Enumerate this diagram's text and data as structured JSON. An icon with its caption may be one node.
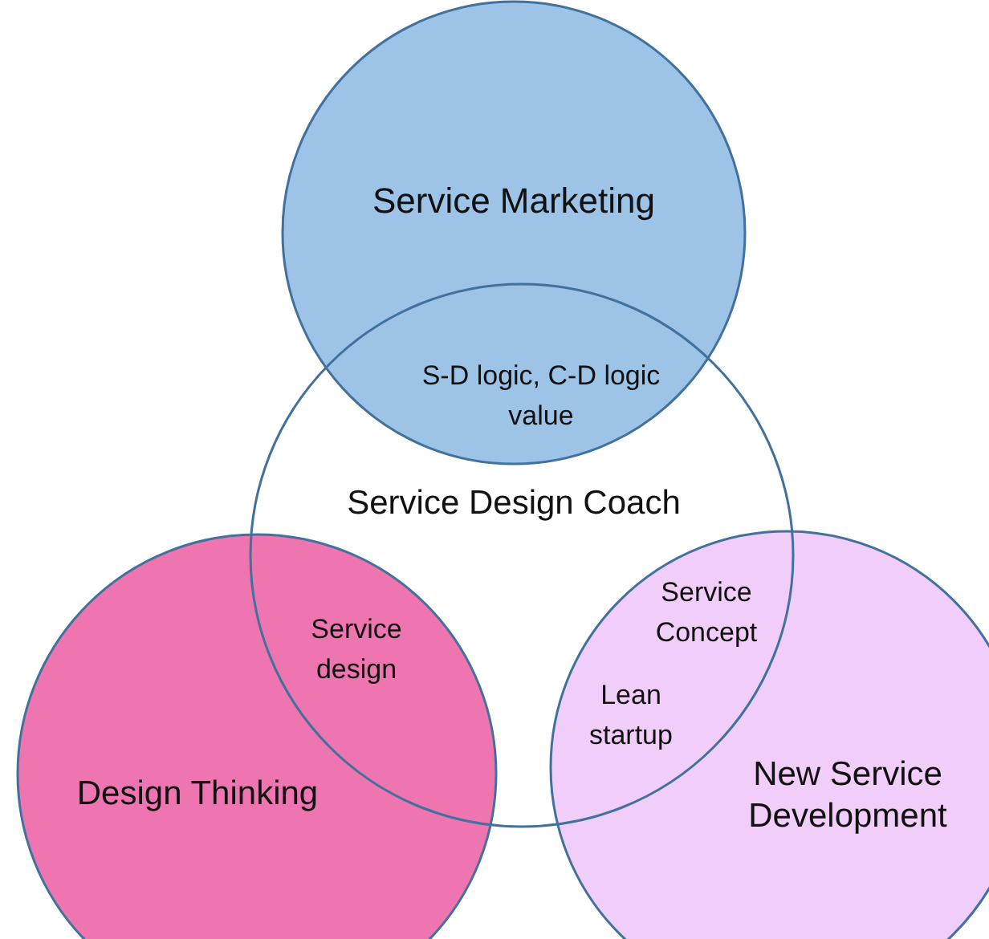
{
  "diagram": {
    "nodes": [
      {
        "text": [
          "Service Marketing"
        ]
      },
      {
        "text": [
          "Design Thinking"
        ]
      },
      {
        "text": [
          "New Service Development"
        ]
      },
      {
        "text": [
          "Service Design Coach"
        ]
      }
    ],
    "labels": [
      "S-D logic, C-D logic value",
      "Service design",
      "Service Concept",
      "Lean startup"
    ]
  }
}
